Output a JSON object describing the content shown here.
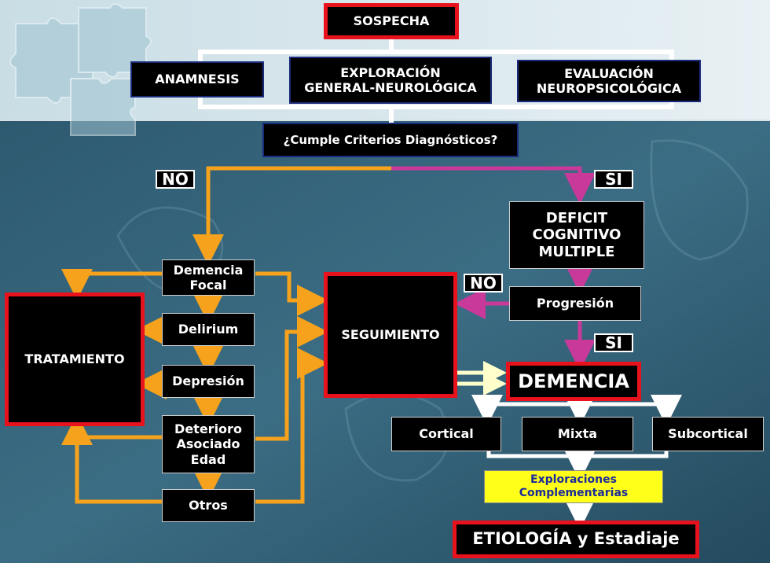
{
  "nodes": {
    "sospecha": "SOSPECHA",
    "anamnesis": "ANAMNESIS",
    "exploracion": "EXPLORACIÓN\nGENERAL-NEUROLÓGICA",
    "evaluacion": "EVALUACIÓN\nNEUROPSICOLÓGICA",
    "criterios": "¿Cumple Criterios Diagnósticos?",
    "deficit": "DEFICIT\nCOGNITIVO\nMULTIPLE",
    "progresion": "Progresión",
    "seguimiento": "SEGUIMIENTO",
    "tratamiento": "TRATAMIENTO",
    "demencia_focal": "Demencia\nFocal",
    "delirium": "Delirium",
    "depresion": "Depresión",
    "deterioro": "Deterioro\nAsociado\nEdad",
    "otros": "Otros",
    "demencia": "DEMENCIA",
    "cortical": "Cortical",
    "mixta": "Mixta",
    "subcortical": "Subcortical",
    "exploraciones": "Exploraciones\nComplementarias",
    "etiologia": "ETIOLOGÍA y Estadiaje"
  },
  "labels": {
    "no_criterios": "NO",
    "si_criterios": "SI",
    "no_progresion": "NO",
    "si_progresion": "SI"
  },
  "colors": {
    "orange_arrow": "#f6a21c",
    "magenta_arrow": "#c8399a",
    "white_line": "#ffffff",
    "red_border": "#e8121c",
    "yellow_box": "#ffff1a"
  }
}
